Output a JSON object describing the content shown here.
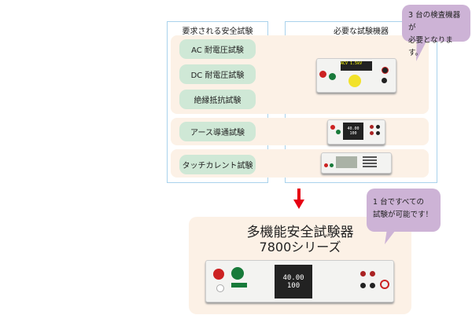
{
  "left_column": {
    "title": "要求される安全試験",
    "tests": [
      "AC 耐電圧試験",
      "DC 耐電圧試験",
      "絶縁抵抗試験",
      "アース導通試験",
      "タッチカレント試験"
    ]
  },
  "right_column": {
    "title": "必要な試験機器"
  },
  "bubble_top": {
    "line1": "3 台の検査機器が",
    "line2": "必要となります。"
  },
  "bubble_bottom": {
    "line1": "1 台ですべての",
    "line2": "試験が可能です！"
  },
  "product": {
    "title": "多機能安全試験器",
    "series": "7800シリーズ",
    "screen_value1": "40.00",
    "screen_value2": "100"
  },
  "colors": {
    "arrow": "#e60012",
    "pill": "#cfe8d6",
    "band": "#fcf1e6",
    "bubble": "#cdb3d6",
    "border": "#a9d2ec"
  }
}
